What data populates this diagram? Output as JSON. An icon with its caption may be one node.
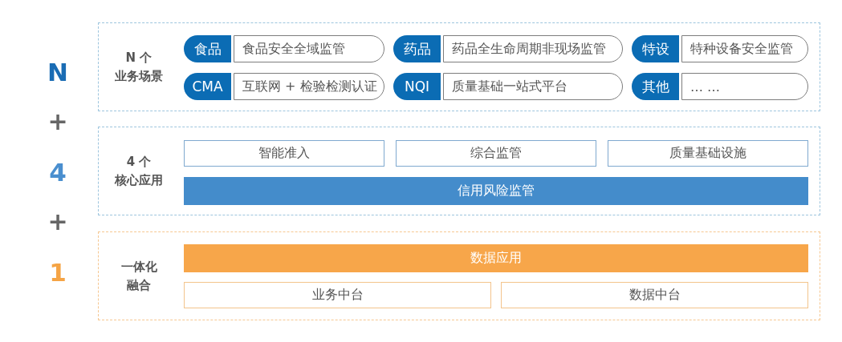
{
  "diagram": {
    "nodes": [
      {
        "text": [
          "N 个业务场景"
        ]
      },
      {
        "text": [
          "食品"
        ],
        "in": 0
      },
      {
        "text": [
          "食品安全全域监管"
        ],
        "in": 0
      },
      {
        "text": [
          "药品"
        ],
        "in": 0
      },
      {
        "text": [
          "药品全生命周期非现场监管"
        ],
        "in": 0
      },
      {
        "text": [
          "特设"
        ],
        "in": 0
      },
      {
        "text": [
          "特种设备安全监管"
        ],
        "in": 0
      },
      {
        "text": [
          "CMA"
        ],
        "in": 0
      },
      {
        "text": [
          "互联网 + 检验检测认证"
        ],
        "in": 0
      },
      {
        "text": [
          "NQI"
        ],
        "in": 0
      },
      {
        "text": [
          "质量基础一站式平台"
        ],
        "in": 0
      },
      {
        "text": [
          "其他"
        ],
        "in": 0
      },
      {
        "text": [
          "… …"
        ],
        "in": 0
      },
      {
        "text": [
          "4 个核心应用"
        ]
      },
      {
        "text": [
          "智能准入"
        ],
        "in": 13
      },
      {
        "text": [
          "综合监管"
        ],
        "in": 13
      },
      {
        "text": [
          "质量基础设施"
        ],
        "in": 13
      },
      {
        "text": [
          "信用风险监管"
        ],
        "in": 13
      },
      {
        "text": [
          "一体化融合"
        ]
      },
      {
        "text": [
          "数据应用"
        ],
        "in": 18
      },
      {
        "text": [
          "业务中台"
        ],
        "in": 18
      },
      {
        "text": [
          "数据中台"
        ],
        "in": 18
      }
    ],
    "labels": [
      "N",
      "+",
      "4",
      "+",
      "1"
    ]
  }
}
